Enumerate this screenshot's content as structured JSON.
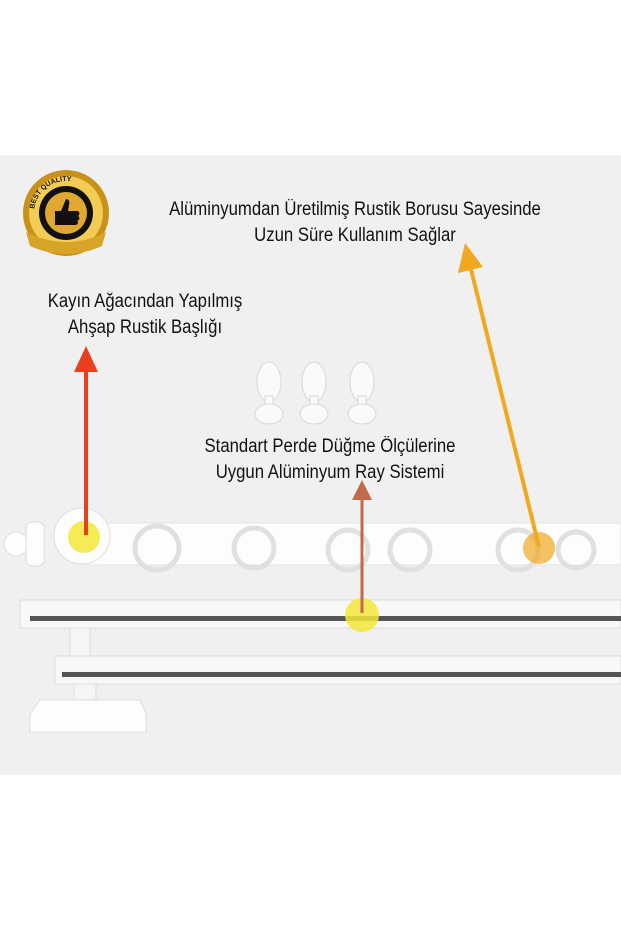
{
  "badge": {
    "text": "BEST QUALITY",
    "icon": "thumbs-up-icon",
    "colors": {
      "gold": "#d4a020",
      "black": "#111111"
    }
  },
  "captions": {
    "top": {
      "line1": "Alüminyumdan Üretilmiş Rustik Borusu Sayesinde",
      "line2": "Uzun Süre Kullanım Sağlar"
    },
    "left": {
      "line1": "Kayın Ağacından Yapılmış",
      "line2": "Ahşap Rustik Başlığı"
    },
    "middle": {
      "line1": "Standart Perde Düğme Ölçülerine",
      "line2": "Uygun Alüminyum Ray Sistemi"
    }
  },
  "colors": {
    "arrow_left": "#e8401c",
    "arrow_middle": "#c06a4a",
    "arrow_right": "#f0a820",
    "highlight": "#f5e63a",
    "background": "#f0f0f0"
  }
}
